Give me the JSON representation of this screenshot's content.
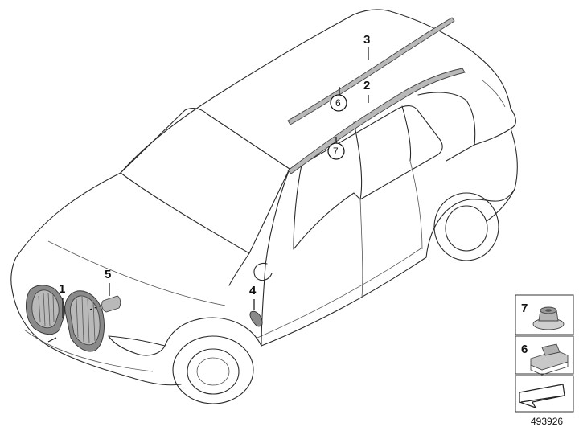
{
  "callouts": [
    {
      "id": "1",
      "label": "1"
    },
    {
      "id": "2",
      "label": "2"
    },
    {
      "id": "3",
      "label": "3"
    },
    {
      "id": "4",
      "label": "4"
    },
    {
      "id": "5",
      "label": "5"
    }
  ],
  "circled_refs": [
    {
      "id": "6",
      "label": "6"
    },
    {
      "id": "7",
      "label": "7"
    }
  ],
  "key_panel": {
    "items": [
      {
        "label": "7",
        "icon": "clip-nut-icon"
      },
      {
        "label": "6",
        "icon": "bracket-clip-icon"
      },
      {
        "label": "",
        "icon": "direction-arrow-icon"
      }
    ]
  },
  "diagram_number": "493926"
}
